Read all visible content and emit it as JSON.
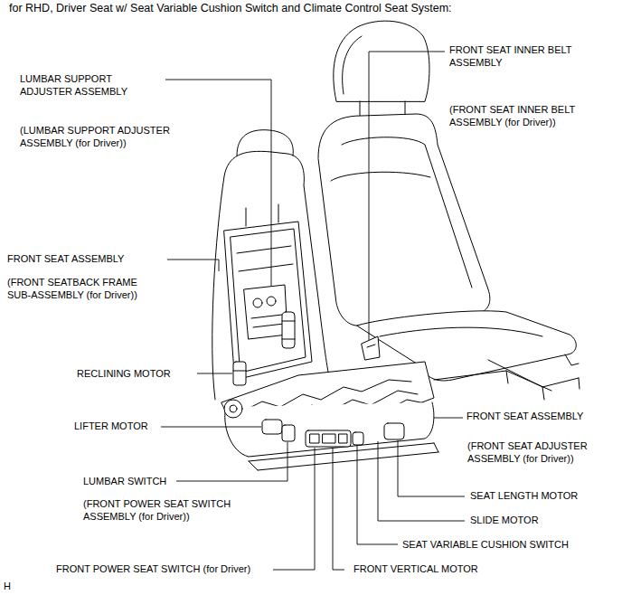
{
  "diagram": {
    "title": "for RHD, Driver Seat w/ Seat Variable Cushion Switch and Climate Control Seat System:",
    "labels": [
      "FRONT SEAT INNER BELT ASSEMBLY",
      "LUMBAR SUPPORT ADJUSTER ASSEMBLY",
      "(FRONT SEAT INNER BELT ASSEMBLY (for Driver))",
      "(LUMBAR SUPPORT ADJUSTER ASSEMBLY (for Driver))",
      "FRONT SEAT ASSEMBLY",
      "(FRONT SEATBACK FRAME SUB-ASSEMBLY (for Driver))",
      "RECLINING MOTOR",
      "FRONT SEAT ASSEMBLY",
      "LIFTER MOTOR",
      "(FRONT SEAT ADJUSTER ASSEMBLY (for Driver))",
      "LUMBAR SWITCH",
      "SEAT LENGTH MOTOR",
      "(FRONT POWER SEAT SWITCH ASSEMBLY (for Driver))",
      "SLIDE MOTOR",
      "SEAT VARIABLE CUSHION SWITCH",
      "FRONT POWER SEAT SWITCH (for Driver)",
      "FRONT VERTICAL MOTOR",
      "H"
    ]
  }
}
